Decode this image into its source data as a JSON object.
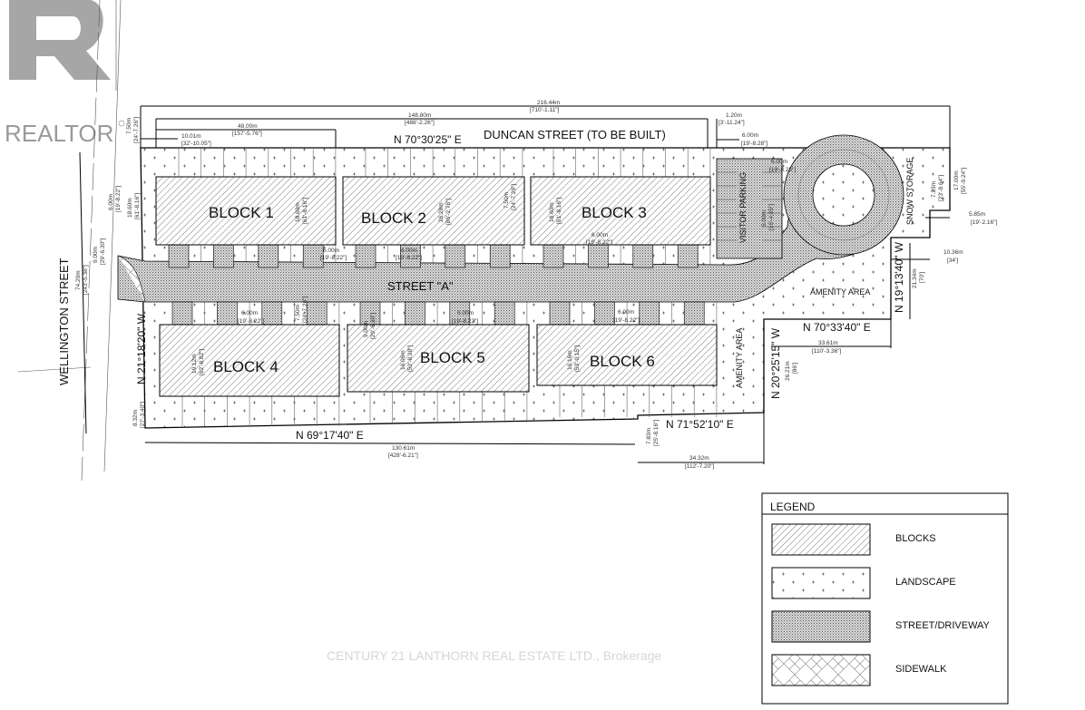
{
  "logo": {
    "text": "REALTOR",
    "color": "#9a9a9a"
  },
  "watermark": "CENTURY 21 LANTHORN REAL ESTATE LTD., Brokerage",
  "streets": {
    "duncan": "DUNCAN STREET (TO BE BUILT)",
    "wellington": "WELLINGTON STREET",
    "street_a": "STREET \"A\""
  },
  "blocks": [
    "BLOCK 1",
    "BLOCK 2",
    "BLOCK 3",
    "BLOCK 4",
    "BLOCK 5",
    "BLOCK 6"
  ],
  "areas": {
    "visitor_parking": "VISITOR PARKING",
    "snow_storage": "SNOW STORAGE",
    "amenity_1": "AMENITY AREA",
    "amenity_2": "AMENITY AREA"
  },
  "bearings": {
    "north": "N 70°30'25\" E",
    "west": "N 21°18'20\" W",
    "south": "N 69°17'40\" E",
    "south_east": "N 71°52'10\" E",
    "east_1": "N 20°25'15\" W",
    "east_2": "N 70°33'40\" E",
    "east_3": "N 19°13'40\" W"
  },
  "dims": [
    "216.44m",
    "[710'-1.11\"]",
    "148.80m",
    "[488'-2.26\"]",
    "48.00m",
    "[157'-5.76\"]",
    "10.01m",
    "[32'-10.05\"]",
    "7.50m",
    "[24'-7.26\"]",
    "1.20m",
    "[3'-11.24\"]",
    "6.00m",
    "[19'-8.28\"]",
    "74.20m",
    "[243'-5.38\"]",
    "9.00m",
    "[29'-6.30\"]",
    "6.00m",
    "[19'-8.22\"]",
    "18.60m",
    "[61'-8.16\"]",
    "130.61m",
    "[428'-6.21\"]",
    "8.32m",
    "[27'-3.40\"]",
    "7.83m",
    "[25'-8.16\"]",
    "34.32m",
    "[112'-7.20\"]",
    "26.21m",
    "[86']",
    "33.61m",
    "[110'-3.36\"]",
    "21.34m",
    "[70']",
    "10.36m",
    "[34']",
    "5.85m",
    "[19'-2.16\"]",
    "7.23m",
    "[23'-8.64\"]",
    "17.00m",
    "[55'-9.24\"]",
    "6.00m",
    "[19'-8.25\"]",
    "5.00m",
    "[16'-4.85\"]",
    "18.60m",
    "[61'-8.16\"]",
    "26.28m",
    "[86'-2.76\"]",
    "7.50m",
    "[24'-7.26\"]",
    "18.60m",
    "[61'-8.16\"]",
    "6.00m",
    "[19'-8.22\"]",
    "6.00m",
    "[19'-8.22\"]",
    "6.00m",
    "[19'-8.22\"]",
    "19.12m",
    "[62'-8.82\"]",
    "6.00m",
    "[19'-8.22\"]",
    "7.50m",
    "[24'-7.26\"]",
    "9.00m",
    "[29'-6.30\"]",
    "16.06m",
    "[52'-8.28\"]",
    "6.00m",
    "[19'-8.22\"]",
    "16.16m",
    "[53'-0.15\"]",
    "6.00m",
    "[19'-8.22\"]"
  ],
  "legend": {
    "title": "LEGEND",
    "items": [
      "BLOCKS",
      "LANDSCAPE",
      "STREET/DRIVEWAY",
      "SIDEWALK"
    ]
  }
}
